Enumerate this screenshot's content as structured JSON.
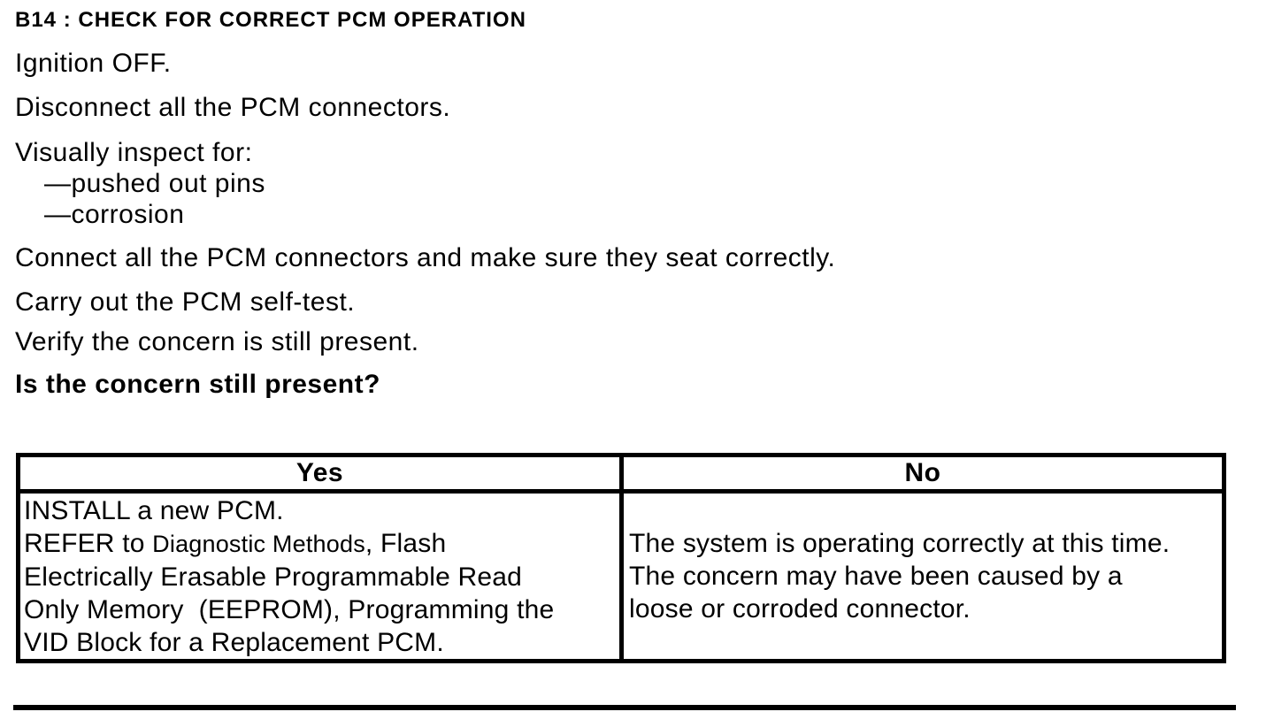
{
  "doc": {
    "title": "B14 : CHECK FOR CORRECT PCM OPERATION",
    "steps": [
      "Ignition OFF.",
      "Disconnect all the PCM connectors.",
      "Visually inspect for:",
      "—pushed out pins",
      "—corrosion",
      "Connect all the PCM connectors and make sure they seat correctly.",
      "Carry out the PCM self-test.",
      "Verify the concern is still present."
    ],
    "question": "Is the concern still present?",
    "table": {
      "header_yes": "Yes",
      "header_no": "No",
      "yes_line1": "INSTALL a new PCM.",
      "yes_line2_pre": "REFER to ",
      "yes_line2_ref": "Diagnostic Methods",
      "yes_line2_post": ", Flash",
      "yes_line3": "Electrically Erasable Programmable Read",
      "yes_line4": "Only Memory  (EEPROM), Programming the",
      "yes_line5": "VID Block for a Replacement PCM.",
      "no_line1": "The system is operating correctly at this time.",
      "no_line2": "The concern may have been caused by a",
      "no_line3": "loose or corroded connector."
    },
    "colors": {
      "ink": "#000000",
      "background": "#ffffff"
    }
  }
}
